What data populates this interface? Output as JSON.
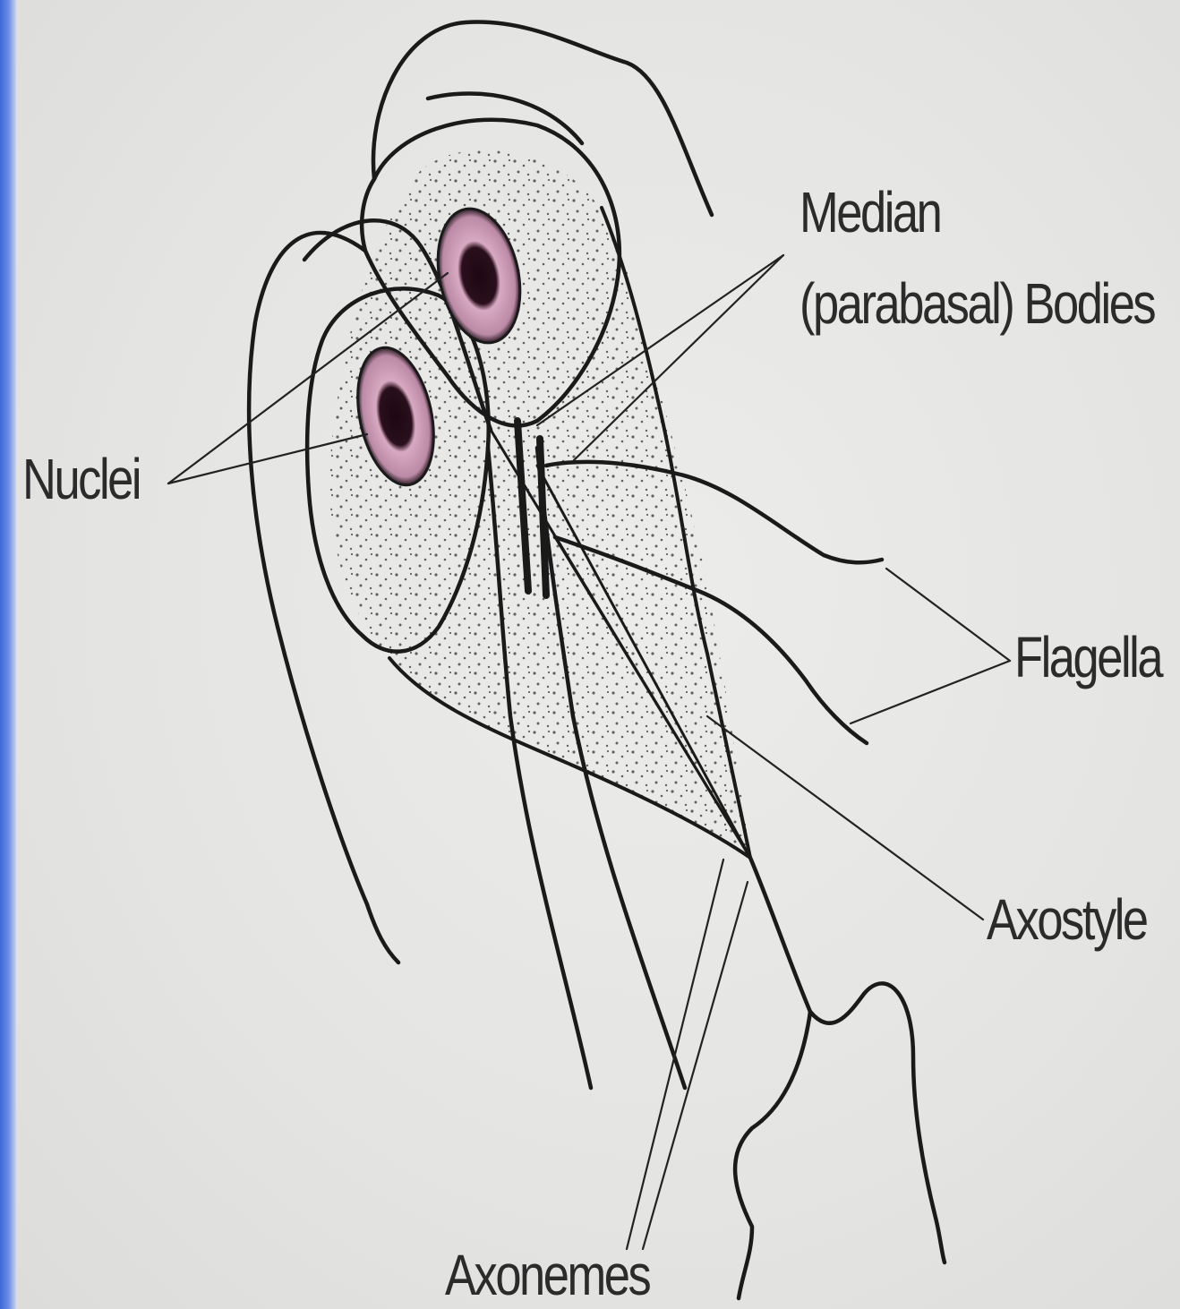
{
  "diagram": {
    "labels": {
      "median_line1": "Median",
      "median_line2": "(parabasal) Bodies",
      "nuclei": "Nuclei",
      "flagella": "Flagella",
      "axostyle": "Axostyle",
      "axonemes": "Axonemes"
    },
    "colors": {
      "background": "#e4e4e2",
      "ink": "#1a1a1a",
      "nucleus_ring": "#c79ab2",
      "nucleus_core": "#2a0f1c",
      "side_strip": "#4a72d9"
    }
  }
}
